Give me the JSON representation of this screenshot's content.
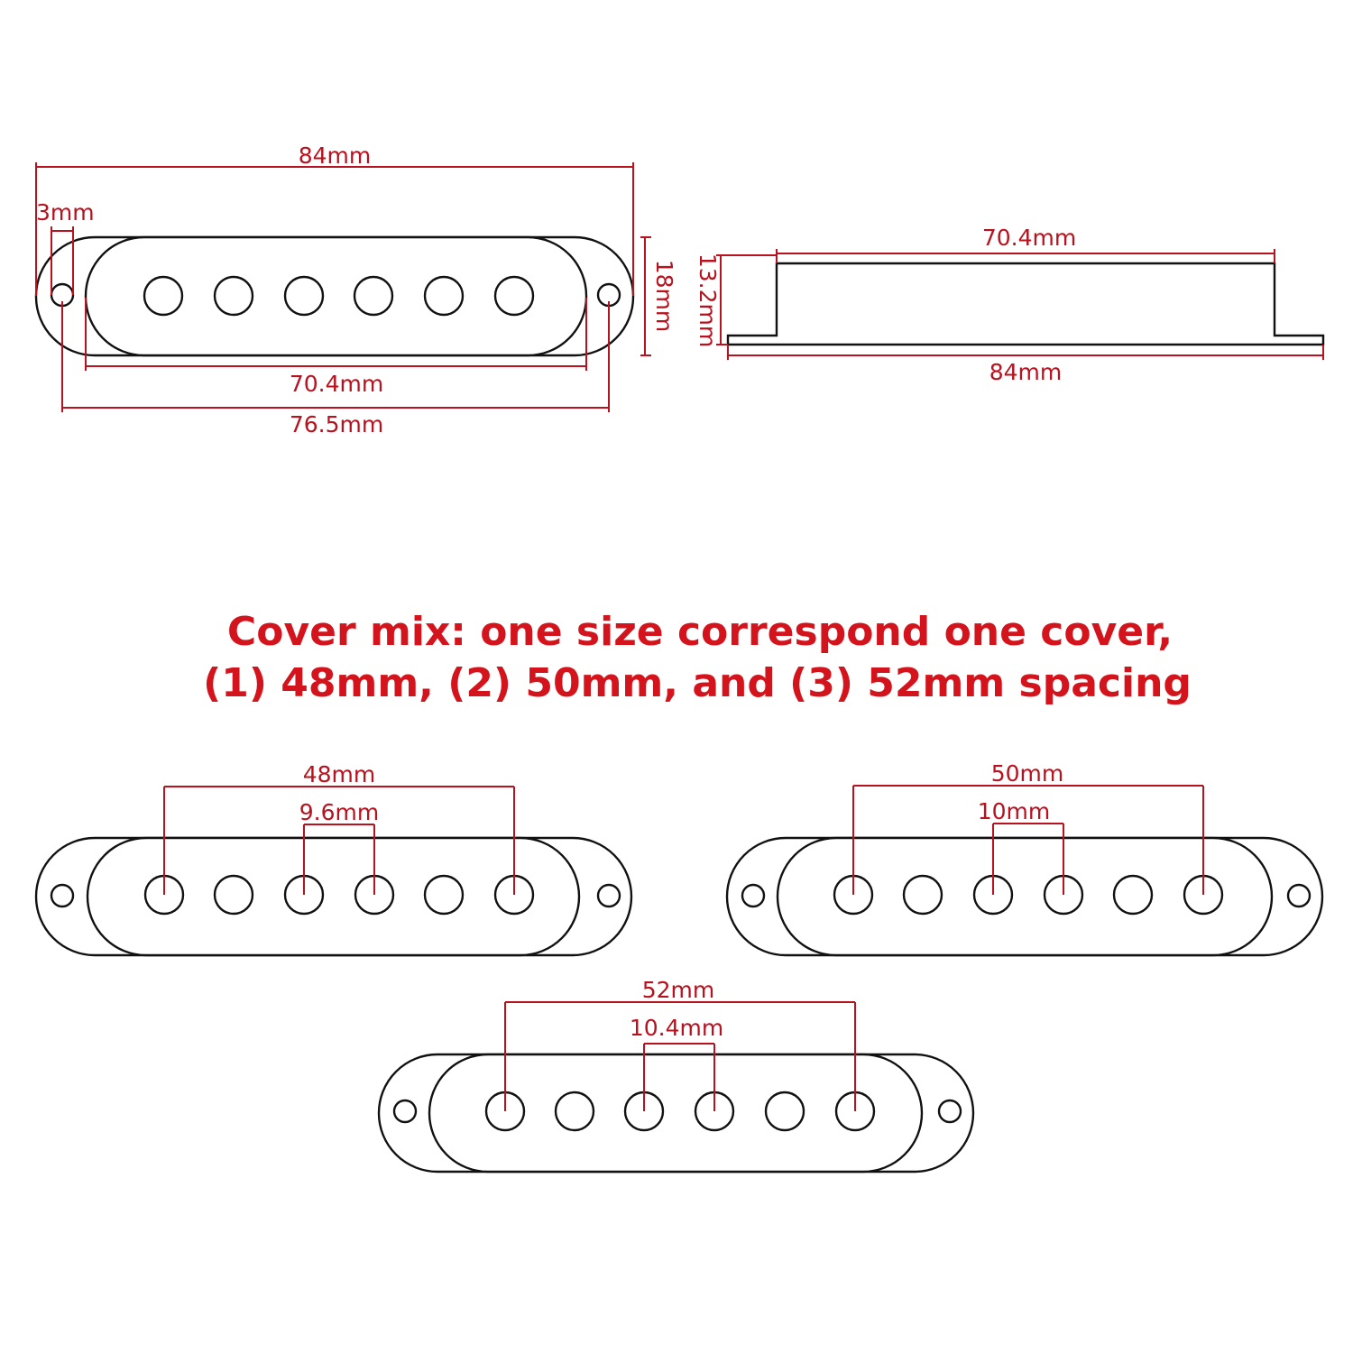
{
  "colors": {
    "accent": "#d4141c",
    "dimension": "#b8121f",
    "outline": "#111111",
    "background": "#ffffff"
  },
  "top_view": {
    "overall_length": "84mm",
    "mount_hole": "3mm",
    "width": "18mm",
    "cover_length": "70.4mm",
    "hole_spacing": "76.5mm"
  },
  "side_view": {
    "top_length": "70.4mm",
    "height": "13.2mm",
    "base_length": "84mm"
  },
  "caption": {
    "line1": "Cover mix: one size correspond one cover,",
    "line2": "(1) 48mm, (2) 50mm, and (3) 52mm spacing"
  },
  "covers": [
    {
      "span": "48mm",
      "pitch": "9.6mm"
    },
    {
      "span": "50mm",
      "pitch": "10mm"
    },
    {
      "span": "52mm",
      "pitch": "10.4mm"
    }
  ]
}
